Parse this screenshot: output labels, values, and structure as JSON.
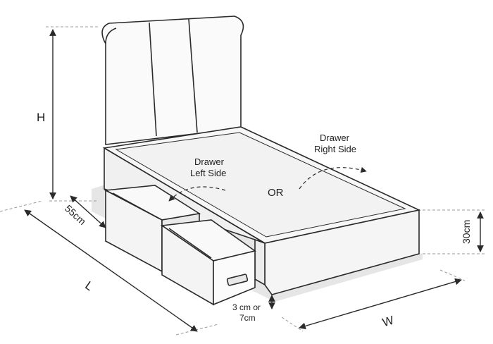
{
  "labels": {
    "height": "H",
    "length": "L",
    "width": "W",
    "drawer_depth": "55cm",
    "base_height": "30cm",
    "clearance_line1": "3 cm or",
    "clearance_line2": "7cm",
    "drawer_left_line1": "Drawer",
    "drawer_left_line2": "Left Side",
    "drawer_right_line1": "Drawer",
    "drawer_right_line2": "Right Side",
    "or": "OR"
  },
  "colors": {
    "line": "#2a2a2a",
    "light_fill": "#f4f4f4",
    "mattress_fill": "#f7f7f7",
    "shadow": "#e4e4e4",
    "guide": "#999999"
  }
}
